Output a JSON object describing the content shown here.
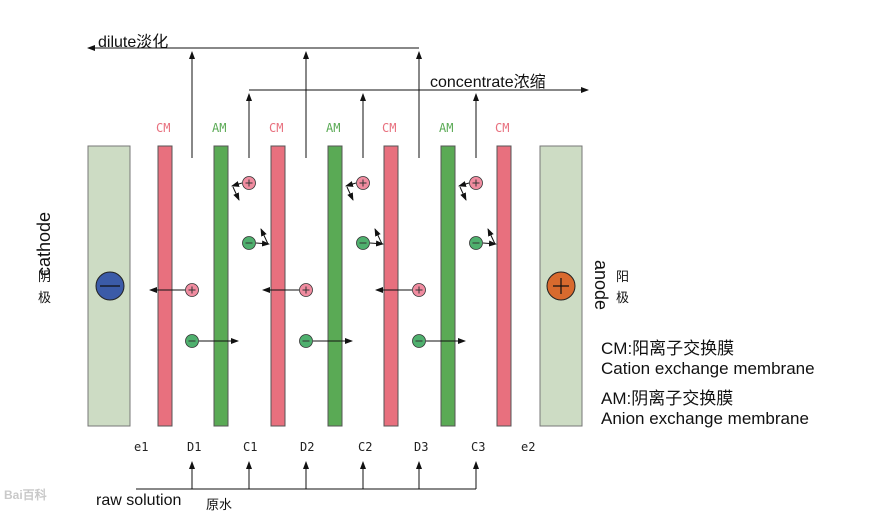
{
  "flows": {
    "dilute_label": "dilute淡化",
    "concentrate_label": "concentrate浓缩",
    "raw_label": "raw solution",
    "raw_cn": "原水"
  },
  "electrodes": {
    "cathode": "cathode",
    "cathode_cn": [
      "阴",
      "极"
    ],
    "anode": "anode",
    "anode_cn": [
      "阳",
      "极"
    ],
    "cathode_color": "#3b5ba8",
    "anode_color": "#d86a2e"
  },
  "membranes": [
    {
      "type": "CM",
      "label": "CM"
    },
    {
      "type": "AM",
      "label": "AM"
    },
    {
      "type": "CM",
      "label": "CM"
    },
    {
      "type": "AM",
      "label": "AM"
    },
    {
      "type": "CM",
      "label": "CM"
    },
    {
      "type": "AM",
      "label": "AM"
    },
    {
      "type": "CM",
      "label": "CM"
    }
  ],
  "channels": [
    "e1",
    "D1",
    "C1",
    "D2",
    "C2",
    "D3",
    "C3",
    "e2"
  ],
  "legend": {
    "cm_line": "CM:阳离子交换膜",
    "cm_en": "Cation exchange membrane",
    "am_line": "AM:阴离子交换膜",
    "am_en": "Anion exchange membrane"
  },
  "colors": {
    "cm": "#e8707e",
    "am": "#5aaa55",
    "electrode_plate": "#cddcc4",
    "cation": "#f08ca0",
    "anion": "#4fb06e"
  },
  "watermark": "Bai百科"
}
